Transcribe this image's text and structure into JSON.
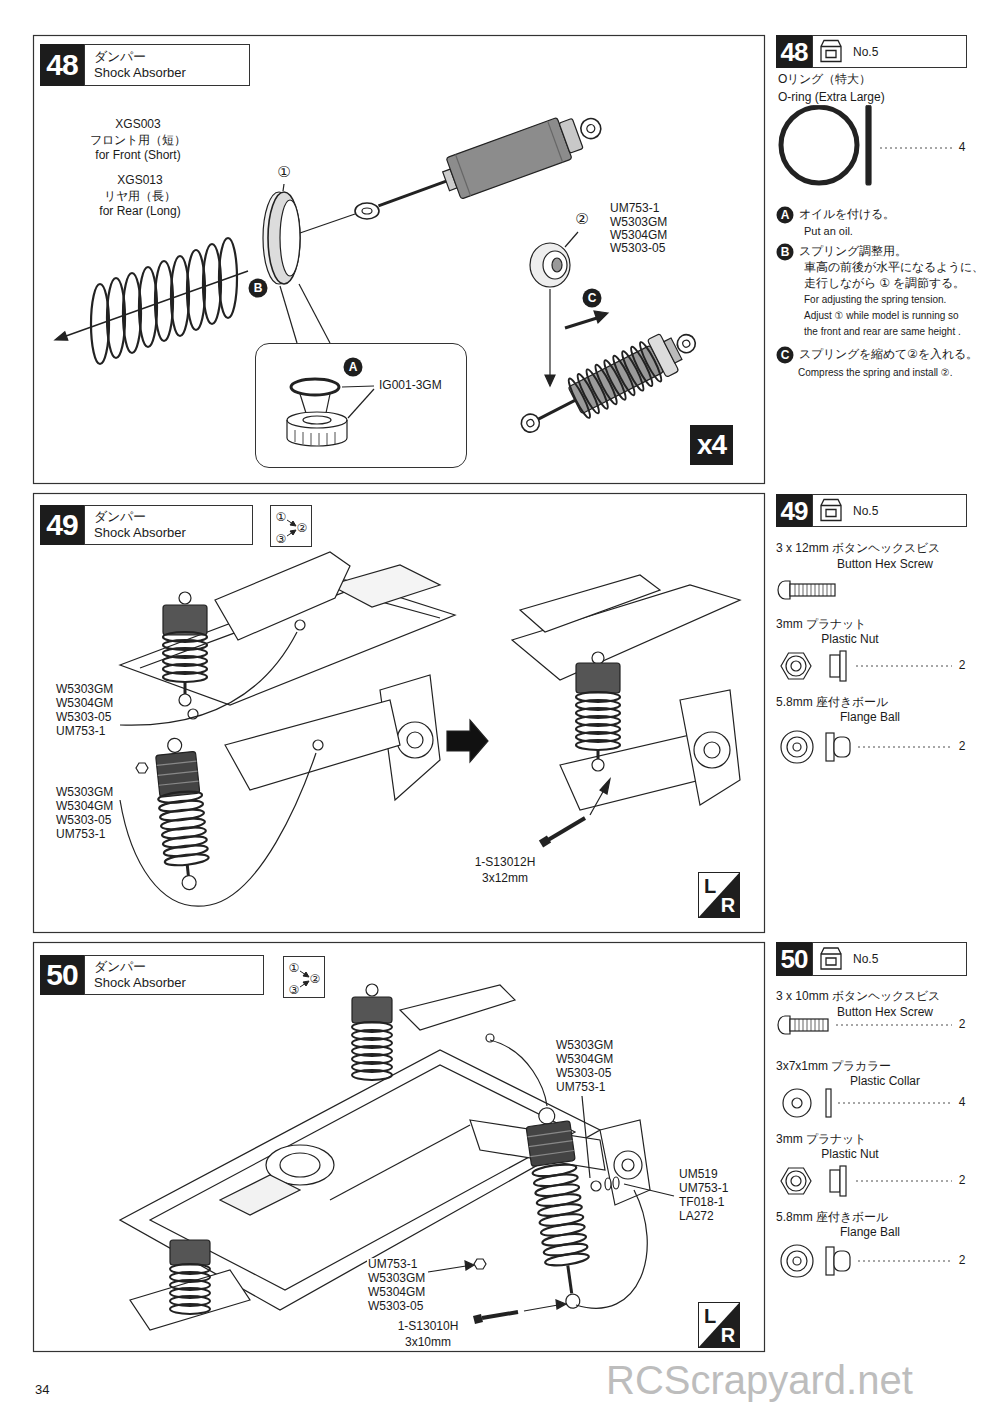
{
  "diagram": {
    "nodes": [
      {
        "text": [
          "48"
        ]
      },
      {
        "text": [
          "ダンパー",
          "Shock Absorber"
        ]
      },
      {
        "text": [
          "B"
        ]
      },
      {
        "text": [
          "IG001-3GM"
        ]
      },
      {
        "text": [
          "A"
        ],
        "in": 3
      },
      {
        "text": [
          "C"
        ]
      },
      {
        "text": [
          "x4"
        ]
      },
      {
        "text": [
          "48"
        ]
      },
      {
        "text": [
          "No.5"
        ]
      },
      {
        "text": [
          "A"
        ]
      },
      {
        "text": [
          "B"
        ]
      },
      {
        "text": [
          "C"
        ]
      },
      {
        "text": [
          "49"
        ]
      },
      {
        "text": [
          "ダンパー",
          "Shock Absorber"
        ]
      },
      {
        "text": [
          "①",
          "②",
          "③"
        ]
      },
      {
        "text": [
          "L",
          "R"
        ]
      },
      {
        "text": [
          "49"
        ]
      },
      {
        "text": [
          "No.5"
        ]
      },
      {
        "text": [
          "50"
        ]
      },
      {
        "text": [
          "ダンパー",
          "Shock Absorber"
        ]
      },
      {
        "text": [
          "①",
          "②",
          "③"
        ]
      },
      {
        "text": [
          "L",
          "R"
        ]
      },
      {
        "text": [
          "50"
        ]
      },
      {
        "text": [
          "No.5"
        ]
      }
    ],
    "labels": [
      "XGS003",
      "フロント用（短）",
      "for Front (Short)",
      "XGS013",
      "リヤ用（長）",
      "for Rear (Long)",
      "①",
      "②",
      "UM753-1",
      "W5303GM",
      "W5304GM",
      "W5303-05",
      "Oリング（特大）",
      "O-ring (Extra Large)",
      "4",
      "オイルを付ける。",
      "Put an oil.",
      "スプリング調整用。",
      "車高の前後が水平になるように、",
      "走行しながら ① を調節する。",
      "For adjusting the spring tension.",
      "Adjust ① while model is running so",
      "the front and rear are same height .",
      "スプリングを縮めて②を入れる。",
      "Compress the spring and install ②.",
      "W5303GM",
      "W5304GM",
      "W5303-05",
      "UM753-1",
      "W5303GM",
      "W5304GM",
      "W5303-05",
      "UM753-1",
      "1-S13012H",
      "3x12mm",
      "3 x 12mm ボタンヘックスビス",
      "Button Hex Screw",
      "3mm プラナット",
      "Plastic Nut",
      "2",
      "5.8mm 座付きボール",
      "Flange Ball",
      "2",
      "W5303GM",
      "W5304GM",
      "W5303-05",
      "UM753-1",
      "UM519",
      "UM753-1",
      "TF018-1",
      "LA272",
      "UM753-1",
      "W5303GM",
      "W5304GM",
      "W5303-05",
      "1-S13010H",
      "3x10mm",
      "3 x 10mm ボタンヘックスビス",
      "Button Hex Screw",
      "2",
      "3x7x1mm プラカラー",
      "Plastic Collar",
      "4",
      "3mm プラナット",
      "Plastic Nut",
      "2",
      "5.8mm 座付きボール",
      "Flange Ball",
      "2",
      "34",
      "RCScrapyard.net"
    ]
  }
}
